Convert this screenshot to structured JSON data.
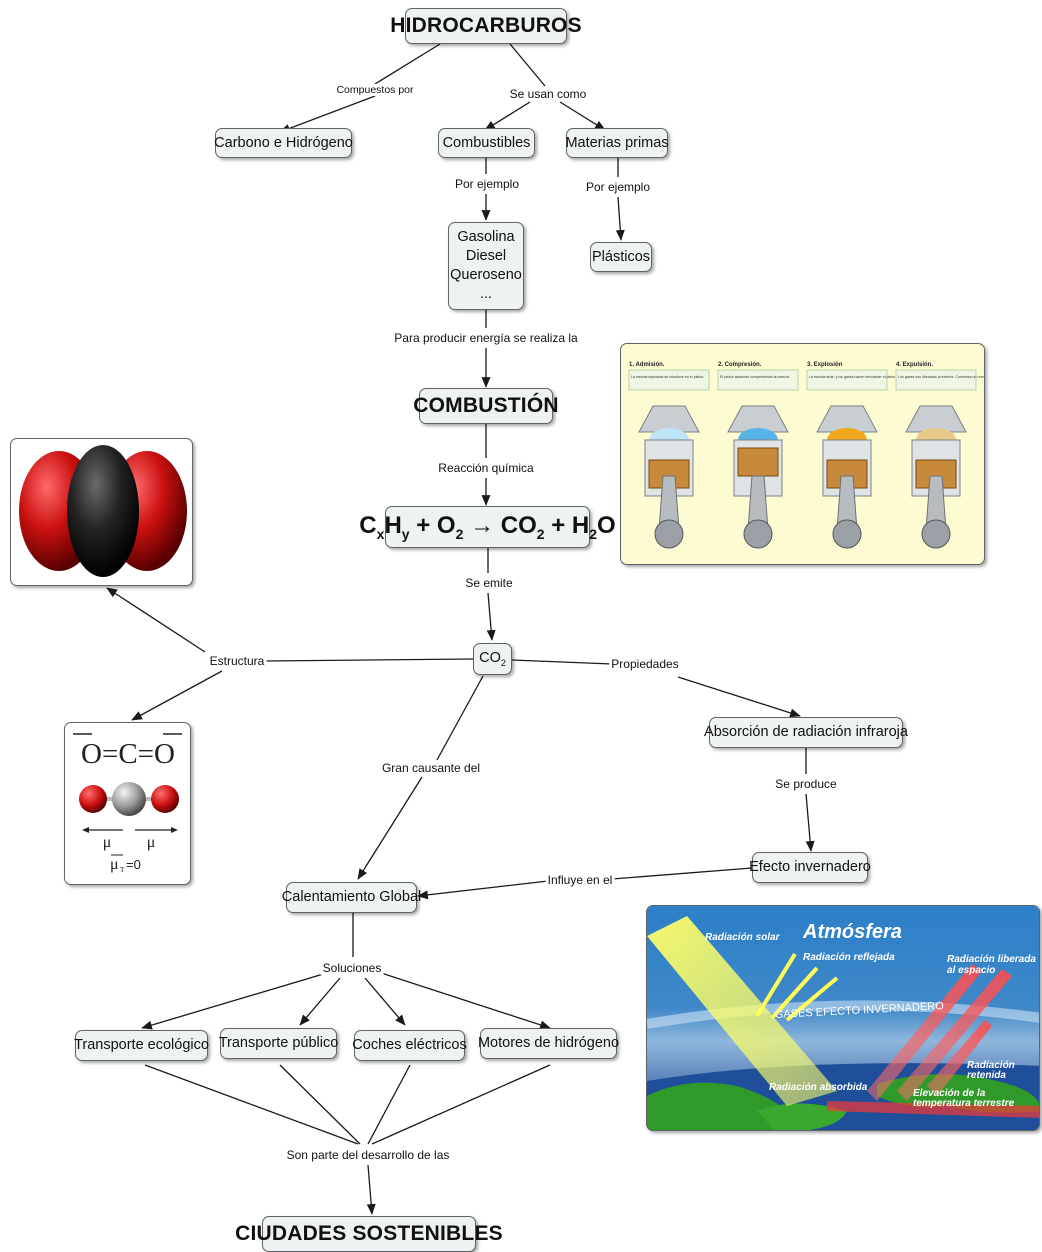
{
  "nodes": {
    "hidrocarburos": "HIDROCARBUROS",
    "carbono": "Carbono e Hidrógeno",
    "combustibles": "Combustibles",
    "materias": "Materias primas",
    "gasolina": [
      "Gasolina",
      "Diesel",
      "Queroseno",
      "..."
    ],
    "plasticos": "Plásticos",
    "combustion": "COMBUSTIÓN",
    "formula": {
      "c": "C",
      "x": "x",
      "h": "H",
      "y": "y",
      "plus1": " + O",
      "o2": "2",
      "arrow": " → CO",
      "co2": "2",
      "plus2": " + H",
      "h2": "2",
      "o": "O"
    },
    "co2": {
      "main": "CO",
      "sub": "2"
    },
    "absorcion": "Absorción de radiación infraroja",
    "efecto": "Efecto invernadero",
    "calentamiento": "Calentamiento Global",
    "transporte_eco": "Transporte ecológico",
    "transporte_pub": "Transporte público",
    "coches": "Coches eléctricos",
    "motores": "Motores de hidrógeno",
    "ciudades": "CIUDADES SOSTENIBLES"
  },
  "links": {
    "compuestos": "Compuestos por",
    "se_usan": "Se usan como",
    "por_ejemplo_1": "Por ejemplo",
    "por_ejemplo_2": "Por ejemplo",
    "para_producir": "Para producir energía se realiza la",
    "reaccion": "Reacción química",
    "se_emite": "Se emite",
    "estructura": "Estructura",
    "propiedades": "Propiedades",
    "gran_causante": "Gran causante del",
    "se_produce": "Se produce",
    "influye": "Influye en el",
    "soluciones": "Soluciones",
    "son_parte": "Son parte del desarrollo de las"
  },
  "lewis": {
    "structure": "O=C=O",
    "mu1": "μ",
    "mu2": "μ",
    "mu_total": "μ",
    "mu_total_sub": "T",
    "mu_total_rhs": "=0"
  },
  "engine": {
    "steps": [
      {
        "title": "1. Admisión.",
        "desc": "La mezcla explosiva se introduce en el pistón."
      },
      {
        "title": "2. Compresión.",
        "desc": "El pistón asciende comprimiendo la mezcla."
      },
      {
        "title": "3. Explosión",
        "desc": "La mezcla arde, y los gases hacen retroceder el pistón."
      },
      {
        "title": "4. Expulsión.",
        "desc": "Los gases son liberados al exterior. Comienza un nuevo ciclo."
      }
    ]
  },
  "atmosphere": {
    "title": "Atmósfera",
    "radiacion_solar": "Radiación solar",
    "radiacion_reflejada": "Radiación reflejada",
    "liberada_1": "Radiación liberada",
    "liberada_2": "al espacio",
    "gases": "GASES EFECTO INVERNADERO",
    "retenida_1": "Radiación",
    "retenida_2": "retenida",
    "absorbida": "Radiación absorbida",
    "elevacion_1": "Elevación de la",
    "elevacion_2": "temperatura terrestre"
  },
  "colors": {
    "node_fill": "#eef2f3",
    "node_border": "#5f6467",
    "line": "#1a1a1a",
    "oxygen": "#cc1111",
    "carbon": "#222222",
    "panel_yellow": "#fdfbd2",
    "piston": "#c78a3a",
    "sky_top": "#2c7fc9",
    "sky_bottom": "#1a3f8a",
    "sun_ray": "#ffff66",
    "heat_ray": "#ff6f6f",
    "land": "#2f9a2a"
  }
}
